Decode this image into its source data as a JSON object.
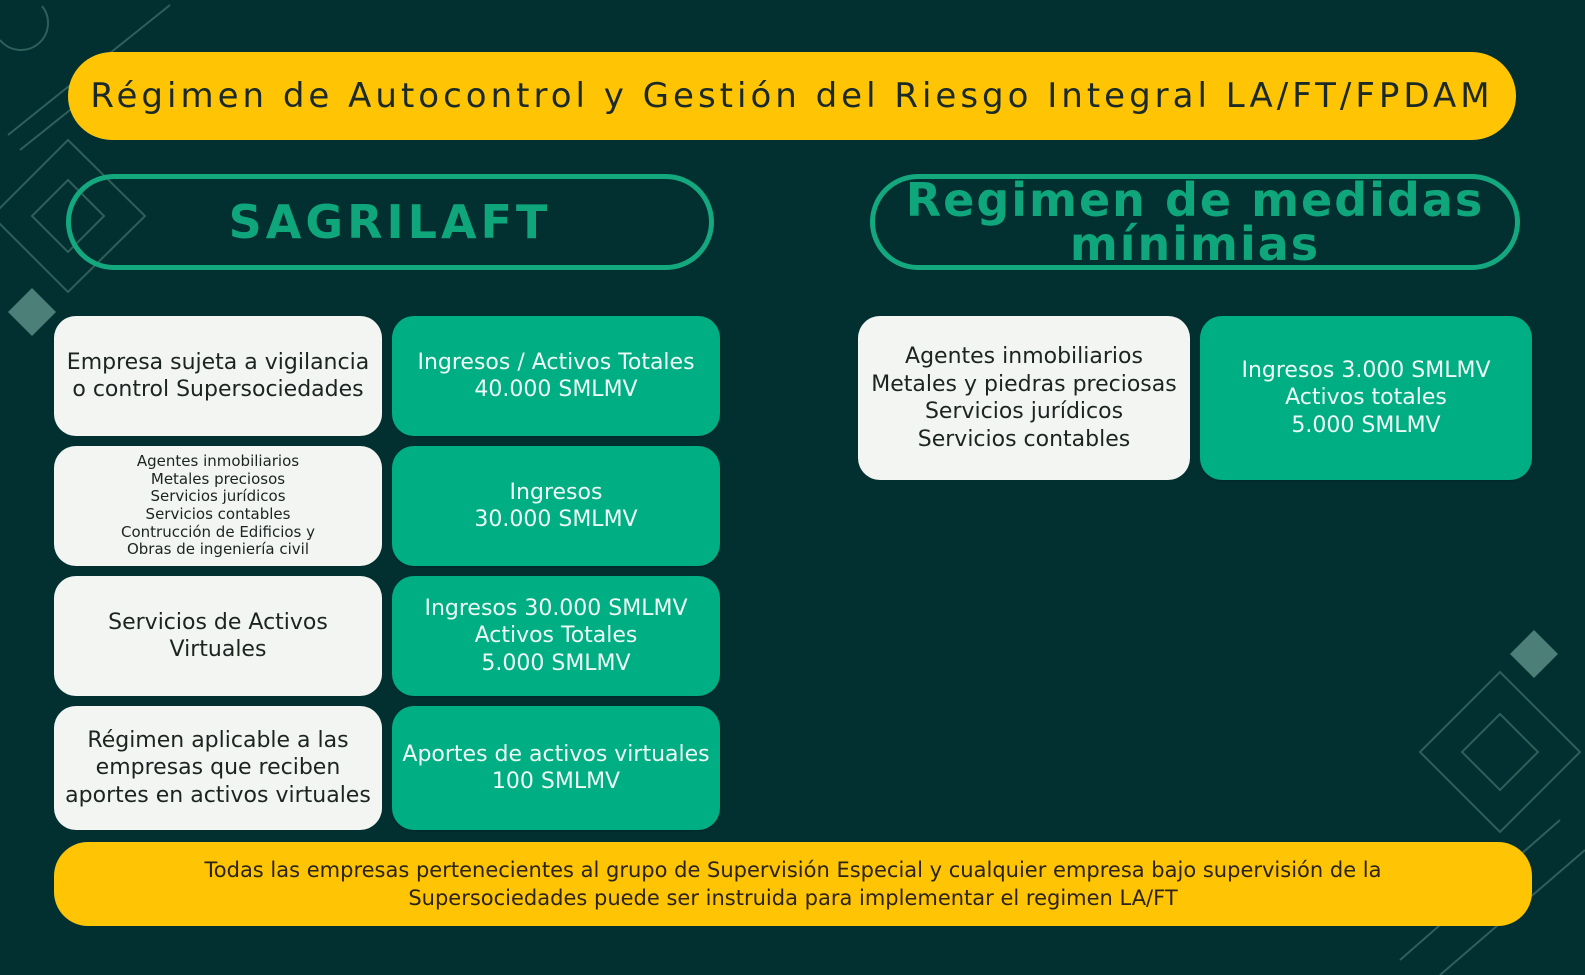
{
  "title": "Régimen de Autocontrol y Gestión del Riesgo Integral LA/FT/FPDAM",
  "sections": {
    "left_heading": "SAGRILAFT",
    "right_heading": "Regimen de medidas\nmínimias"
  },
  "sagrilaft_rows": [
    {
      "subject": "Empresa sujeta a vigilancia\no control Supersociedades",
      "threshold": "Ingresos / Activos Totales\n40.000 SMLMV"
    },
    {
      "subject": "Agentes inmobiliarios\nMetales preciosos\nServicios jurídicos\nServicios contables\nContrucción de Edificios y\nObras de ingeniería civil",
      "threshold": "Ingresos\n30.000 SMLMV"
    },
    {
      "subject": "Servicios de Activos\nVirtuales",
      "threshold": "Ingresos 30.000 SMLMV\nActivos Totales\n5.000 SMLMV"
    },
    {
      "subject": "Régimen aplicable a las\nempresas que reciben\naportes en activos virtuales",
      "threshold": "Aportes de activos virtuales\n100 SMLMV"
    }
  ],
  "minimal_row": {
    "subject": "Agentes inmobiliarios\nMetales y piedras preciosas\nServicios jurídicos\nServicios contables",
    "threshold": "Ingresos 3.000 SMLMV\nActivos totales\n5.000 SMLMV"
  },
  "footer": "Todas las empresas pertenecientes al grupo de Supervisión Especial y cualquier empresa bajo supervisión de la\nSupersociedades puede ser instruida para implementar el regimen LA/FT",
  "colors": {
    "background": "#023030",
    "accent_yellow": "#ffc403",
    "accent_green": "#00ae83",
    "heading_green": "#14a87f",
    "card_white": "#f2f5f2"
  }
}
